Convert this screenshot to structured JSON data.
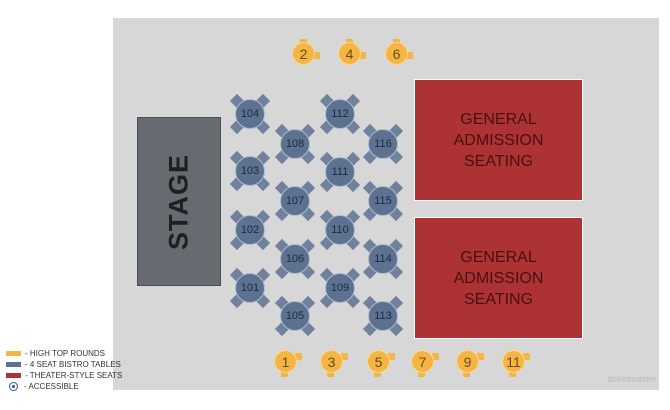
{
  "stage": {
    "label": "STAGE"
  },
  "general_admission": [
    {
      "lines": [
        "GENERAL",
        "ADMISSION",
        "SEATING"
      ]
    },
    {
      "lines": [
        "GENERAL",
        "ADMISSION",
        "SEATING"
      ]
    }
  ],
  "bistro_tables": [
    "104",
    "103",
    "102",
    "101",
    "108",
    "107",
    "106",
    "105",
    "112",
    "111",
    "110",
    "109",
    "116",
    "115",
    "114",
    "113"
  ],
  "high_top_rounds": [
    "2",
    "4",
    "6",
    "1",
    "3",
    "5",
    "7",
    "9",
    "11"
  ],
  "legend": [
    {
      "label": "- HIGH TOP ROUNDS",
      "color": "#f3b545"
    },
    {
      "label": "- 4 SEAT BISTRO TABLES",
      "color": "#5d7190"
    },
    {
      "label": "- THEATER-STYLE SEATS",
      "color": "#ad3234"
    },
    {
      "label": "- ACCESSIBLE",
      "icon": "accessible-icon"
    }
  ],
  "watermark": "ticketmaster"
}
